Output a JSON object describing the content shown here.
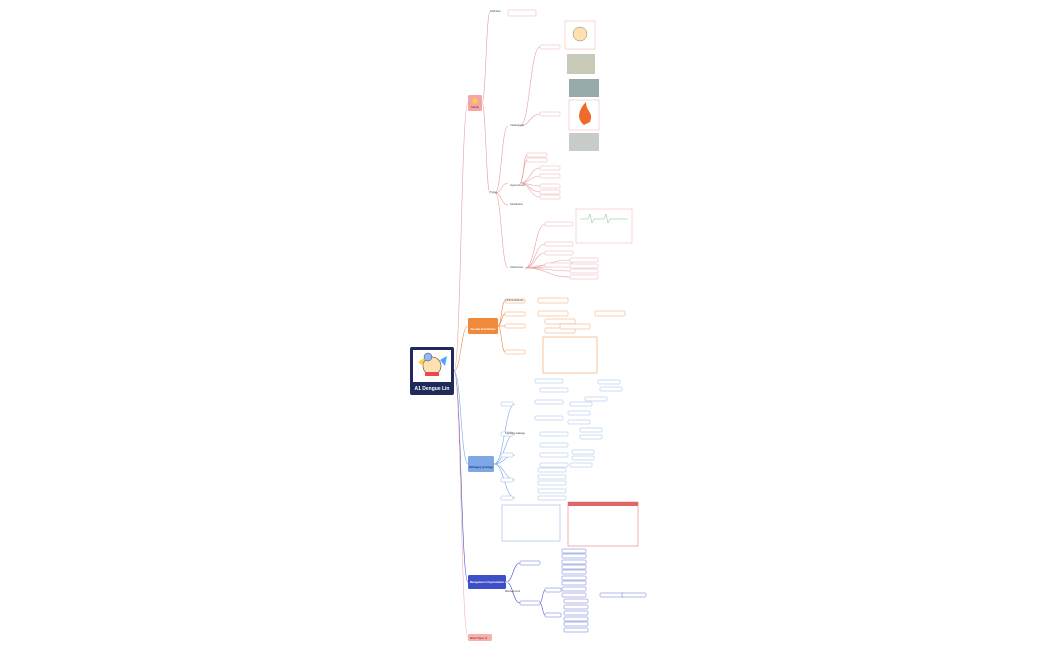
{
  "root": {
    "title": "A1 Dengue Lin",
    "bg": "#1f2a5a"
  },
  "colors": {
    "red": "#e8a0a0",
    "orange": "#f08a3a",
    "blue": "#7ea7e8",
    "navy": "#3f4fc8",
    "pink": "#f7b0b0"
  },
  "branches": {
    "b1": {
      "label": "Shock",
      "icon": "smile-icon"
    },
    "b2": {
      "label": "Vascular Endothelium",
      "icon": ""
    },
    "b3": {
      "label": "Pathogeny (virology)",
      "icon": ""
    },
    "b4": {
      "label": "Management of hypovolaemic shock",
      "icon": ""
    },
    "b5": {
      "label": "Mixed Types of",
      "icon": ""
    }
  },
  "notes": {
    "n1": "Definition",
    "n2": "Types",
    "n3": "Cardiogenic",
    "n4": "Hypovolemic",
    "n5": "Distributive",
    "n6": "Obstructive",
    "n7": "Clinical features",
    "n8": "Capillary leakage",
    "n9": "Management"
  }
}
